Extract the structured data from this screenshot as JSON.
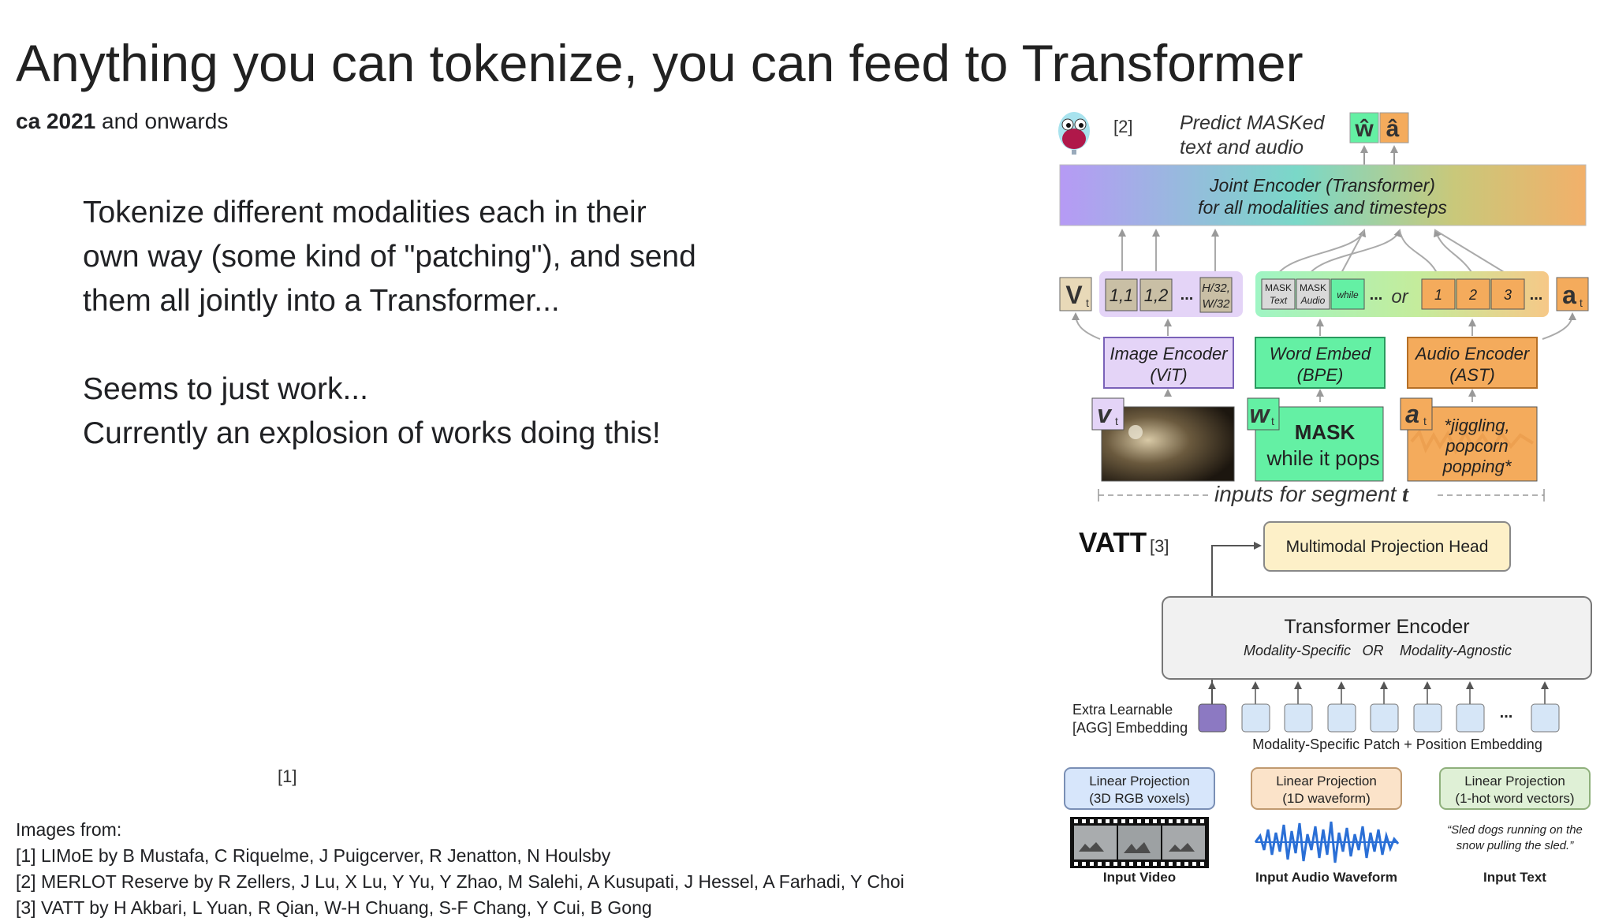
{
  "slide": {
    "title": "Anything you can tokenize, you can feed to Transformer",
    "subtitle_bold": "ca 2021",
    "subtitle_rest": " and onwards",
    "body": [
      "Tokenize different modalities each in their",
      "own way (some kind of \"patching\"), and send",
      "them all jointly into a Transformer...",
      "",
      "Seems to just work...",
      "Currently an explosion of works doing this!"
    ],
    "ref_marker": "[1]",
    "references_heading": "Images from:",
    "references": [
      "[1] LIMoE by B Mustafa, C Riquelme, J Puigcerver, R Jenatton, N Houlsby",
      "[2] MERLOT Reserve by R Zellers, J Lu, X Lu, Y Yu, Y Zhao, M Salehi, A Kusupati, J Hessel, A Farhadi, Y Choi",
      "[3] VATT by H Akbari, L Yuan, R Qian, W-H Chuang, S-F Chang, Y Cui, B Gong"
    ]
  },
  "merlot": {
    "ref": "[2]",
    "predict_line1": "Predict MASKed",
    "predict_line2": "text and audio",
    "joint_line1": "Joint Encoder (Transformer)",
    "joint_line2": "for all modalities and timesteps",
    "v_token": "V",
    "t_sub": "t",
    "patch_1": "1,1",
    "patch_2": "1,2",
    "patch_last_1": "H/32,",
    "patch_last_2": "W/32",
    "ellipsis": "...",
    "mask_label": "MASK",
    "mask_text": "Text",
    "mask_audio": "Audio",
    "while_token": "while",
    "or_label": "or",
    "audio_tokens": [
      "1",
      "2",
      "3"
    ],
    "a_token": "a",
    "hat_w": "ŵ",
    "hat_a": "â",
    "image_encoder_1": "Image Encoder",
    "image_encoder_2": "(ViT)",
    "word_embed_1": "Word Embed",
    "word_embed_2": "(BPE)",
    "audio_encoder_1": "Audio Encoder",
    "audio_encoder_2": "(AST)",
    "v_input": "v",
    "w_input": "w",
    "a_input": "a",
    "word_input_1": "MASK",
    "word_input_2": "while it pops",
    "audio_input_1": "*jiggling,",
    "audio_input_2": "popcorn",
    "audio_input_3": "popping*",
    "segment_label": "inputs for segment ",
    "segment_var": "t",
    "colors": {
      "image": "#e4d4f7",
      "word": "#64f0a4",
      "audio": "#f4ab5c"
    }
  },
  "vatt": {
    "title": "VATT",
    "ref": "[3]",
    "projection_head": "Multimodal Projection Head",
    "encoder_title": "Transformer Encoder",
    "encoder_sub_1": "Modality-Specific",
    "encoder_sub_or": "OR",
    "encoder_sub_2": "Modality-Agnostic",
    "agg_1": "Extra Learnable",
    "agg_2": "[AGG] Embedding",
    "patch_caption": "Modality-Specific Patch + Position Embedding",
    "ellipsis": "...",
    "proj_video_1": "Linear Projection",
    "proj_video_2": "(3D RGB voxels)",
    "proj_audio_1": "Linear Projection",
    "proj_audio_2": "(1D waveform)",
    "proj_text_1": "Linear Projection",
    "proj_text_2": "(1-hot word vectors)",
    "quote_1": "“Sled dogs running on the",
    "quote_2": "snow pulling the sled.”",
    "input_video": "Input Video",
    "input_audio": "Input Audio Waveform",
    "input_text": "Input Text"
  }
}
